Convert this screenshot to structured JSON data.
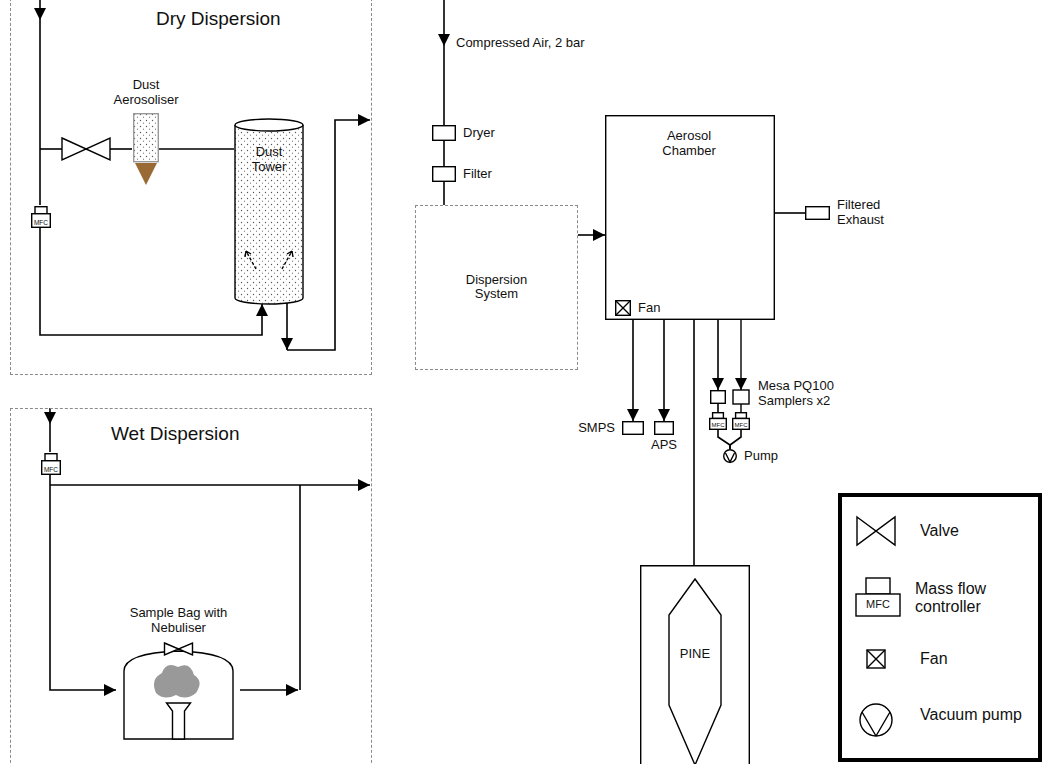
{
  "diagram": {
    "nodes": [
      {
        "text": [
          "Dry Dispersion"
        ]
      },
      {
        "text": [
          "Dust Aerosoliser"
        ],
        "in": 0
      },
      {
        "text": [
          "Dust Tower"
        ],
        "in": 0
      },
      {
        "text": [
          "MFC"
        ],
        "in": 0
      },
      {
        "text": [
          "Wet Dispersion"
        ]
      },
      {
        "text": [
          "MFC"
        ],
        "in": 4
      },
      {
        "text": [
          "Sample Bag with Nebuliser"
        ],
        "in": 4
      },
      {
        "text": [
          "Dryer"
        ]
      },
      {
        "text": [
          "Filter"
        ]
      },
      {
        "text": [
          "Dispersion System"
        ]
      },
      {
        "text": [
          "Aerosol Chamber"
        ]
      },
      {
        "text": [
          "Fan"
        ],
        "in": 10
      },
      {
        "text": [
          "Filtered Exhaust"
        ]
      },
      {
        "text": [
          "SMPS"
        ]
      },
      {
        "text": [
          "APS"
        ]
      },
      {
        "text": [
          "Mesa PQ100 Samplers x2"
        ]
      },
      {
        "text": [
          "MFC"
        ]
      },
      {
        "text": [
          "MFC"
        ]
      },
      {
        "text": [
          "Pump"
        ]
      },
      {
        "text": [
          "PINE"
        ]
      }
    ],
    "edges": [
      {
        "from": 1,
        "to": 2,
        "arrow": "none"
      },
      {
        "from": 3,
        "to": 2,
        "arrow": "to"
      },
      {
        "from": 5,
        "to": 6,
        "arrow": "to"
      },
      {
        "from": 7,
        "to": 8,
        "arrow": "none"
      },
      {
        "from": 8,
        "to": 9,
        "arrow": "none"
      },
      {
        "from": 9,
        "to": 10,
        "arrow": "to"
      },
      {
        "from": 10,
        "to": 12,
        "arrow": "none"
      },
      {
        "from": 10,
        "to": 13,
        "arrow": "to"
      },
      {
        "from": 10,
        "to": 14,
        "arrow": "to"
      },
      {
        "from": 10,
        "to": 15,
        "arrow": "to"
      },
      {
        "from": 10,
        "to": 19,
        "arrow": "none"
      },
      {
        "from": 15,
        "to": 16,
        "arrow": "none"
      },
      {
        "from": 16,
        "to": 18,
        "arrow": "none"
      },
      {
        "from": 17,
        "to": 18,
        "arrow": "none"
      }
    ],
    "labels": [
      "Compressed Air, 2 bar",
      "MFC"
    ],
    "legend": [
      {
        "text": "Valve"
      },
      {
        "text": "Mass flow controller"
      },
      {
        "text": "Fan"
      },
      {
        "text": "Vacuum pump"
      }
    ]
  }
}
